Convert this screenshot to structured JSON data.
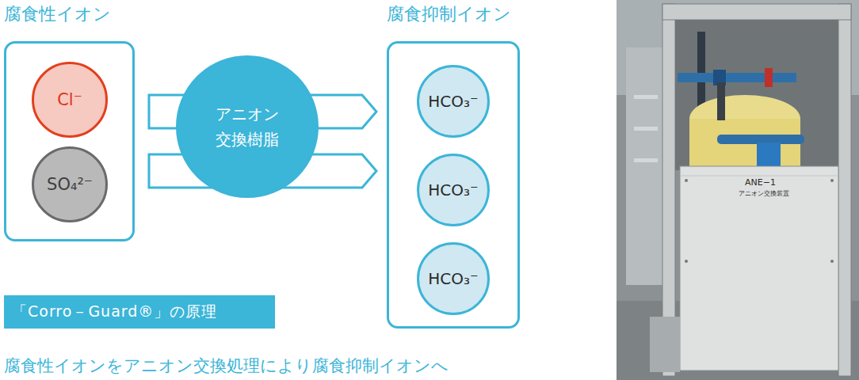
{
  "diagram": {
    "caption": "腐食性イオンをアニオン交換処理により腐食抑制イオンへ",
    "nodes": [
      {
        "text": [
          "腐食性イオン"
        ]
      },
      {
        "text": [
          "Cl⁻"
        ],
        "in": 0
      },
      {
        "text": [
          "SO₄²⁻"
        ],
        "in": 0
      },
      {
        "text": [
          "アニオン 交換樹脂"
        ]
      },
      {
        "text": [
          "腐食抑制イオン"
        ]
      },
      {
        "text": [
          "HCO₃⁻"
        ],
        "in": 4
      },
      {
        "text": [
          "HCO₃⁻"
        ],
        "in": 4
      },
      {
        "text": [
          "HCO₃⁻"
        ],
        "in": 4
      },
      {
        "text": [
          "「Corro－Guard®」の原理"
        ]
      }
    ],
    "edges": [
      {
        "from": 0,
        "to": 4,
        "arrow": "to"
      },
      {
        "from": 0,
        "to": 4,
        "arrow": "to"
      }
    ],
    "labels": [
      "ANE−1",
      "アニオン交換装置"
    ]
  }
}
